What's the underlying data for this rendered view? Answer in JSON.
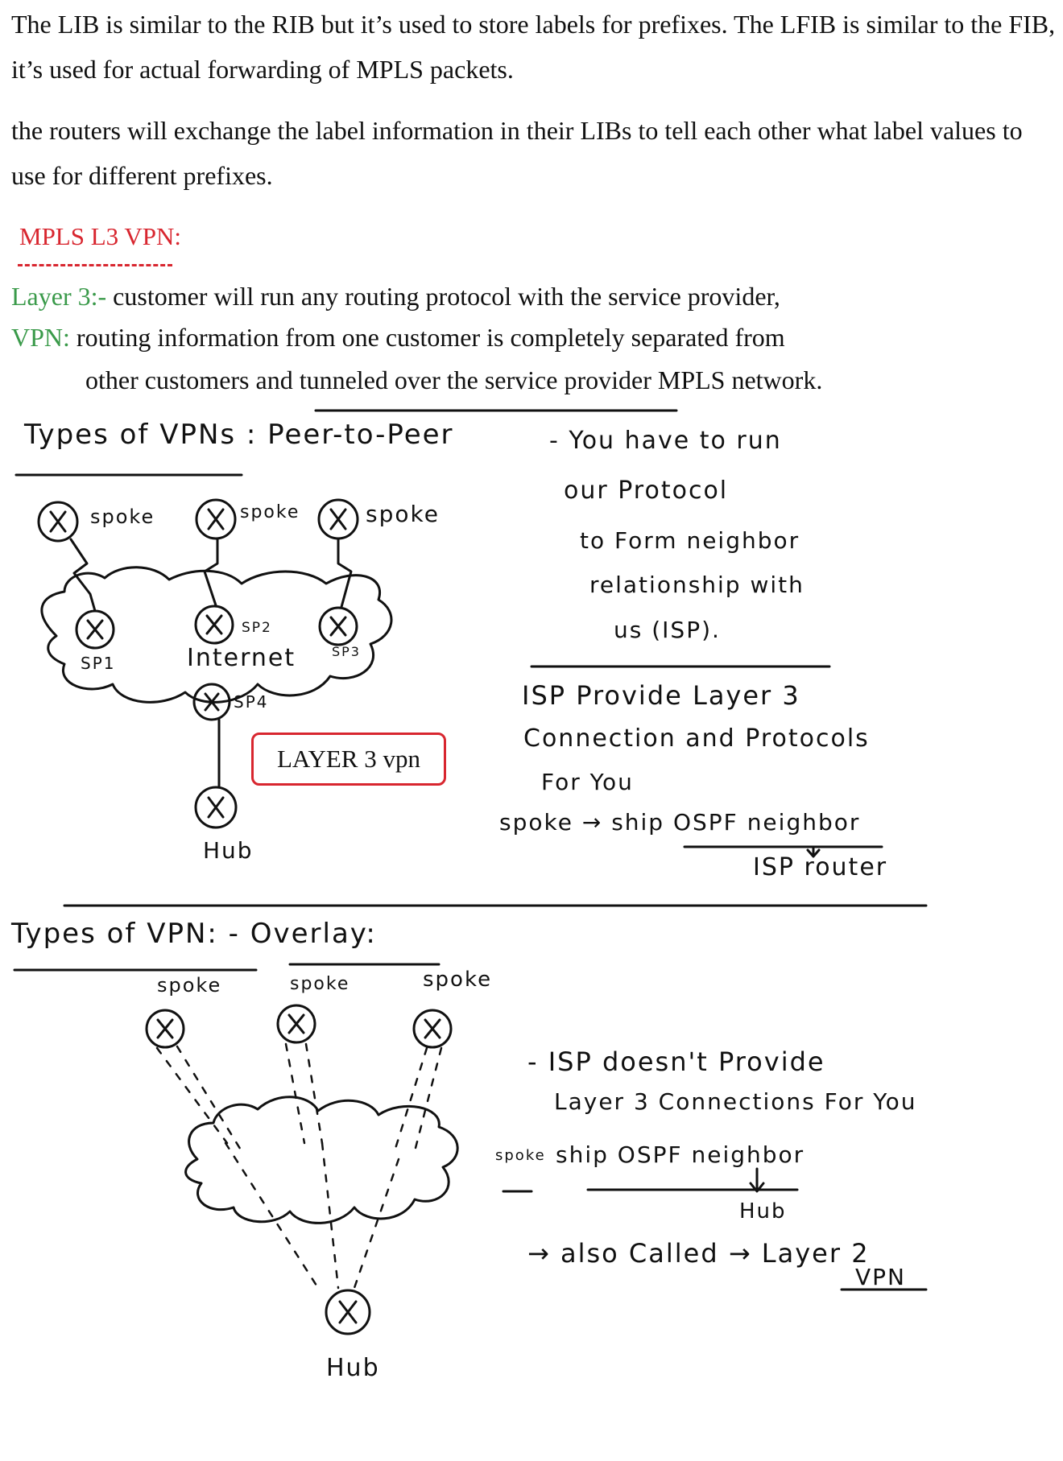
{
  "text": {
    "p1": "The LIB is similar to the RIB but it’s used to store labels for prefixes. The LFIB is similar to the FIB, it’s used for actual forwarding of MPLS packets.",
    "p2": "the routers will exchange the label information in their LIBs to tell each other what label values to use for different prefixes.",
    "heading": "MPLS L3 VPN:",
    "layer3_term": "Layer 3:-",
    "layer3_text": " customer will run any routing protocol with the service provider,",
    "vpn_term": "VPN:",
    "vpn_text": " routing information from one customer is completely separated from",
    "vpn_text2": "other customers and tunneled over the service provider MPLS network."
  },
  "peer": {
    "title": "Types of VPNs : Peer-to-Peer",
    "spoke1": "spoke",
    "spoke2": "spoke",
    "spoke3": "spoke",
    "sp1": "SP1",
    "sp2": "SP2",
    "sp3": "SP3",
    "sp4": "SP4",
    "internet": "Internet",
    "hub": "Hub",
    "box": "LAYER 3 vpn",
    "note1": "- You have to run",
    "note2": "our Protocol",
    "note3": "to Form neighbor",
    "note4": "relationship with",
    "note5": "us (ISP).",
    "note6": "ISP Provide Layer 3",
    "note7": "Connection and Protocols",
    "note8": "For You",
    "note9": "spoke → ship OSPF neighbor",
    "note10": "ISP router"
  },
  "overlay": {
    "title": "Types of VPN: - Overlay:",
    "spoke1": "spoke",
    "spoke2": "spoke",
    "spoke3": "spoke",
    "hub": "Hub",
    "note1": "- ISP doesn't Provide",
    "note2": "Layer 3 Connections For You",
    "note3a": "spoke",
    "note3b": "ship OSPF neighbor",
    "note4": "Hub",
    "note5": "→ also Called → Layer 2",
    "note6": "VPN"
  },
  "icons": {
    "router": "router-x-icon",
    "cloud": "cloud-icon"
  },
  "colors": {
    "heading": "#d8262f",
    "green_terms": "#3a9a4a",
    "box_border": "#d8262f"
  }
}
